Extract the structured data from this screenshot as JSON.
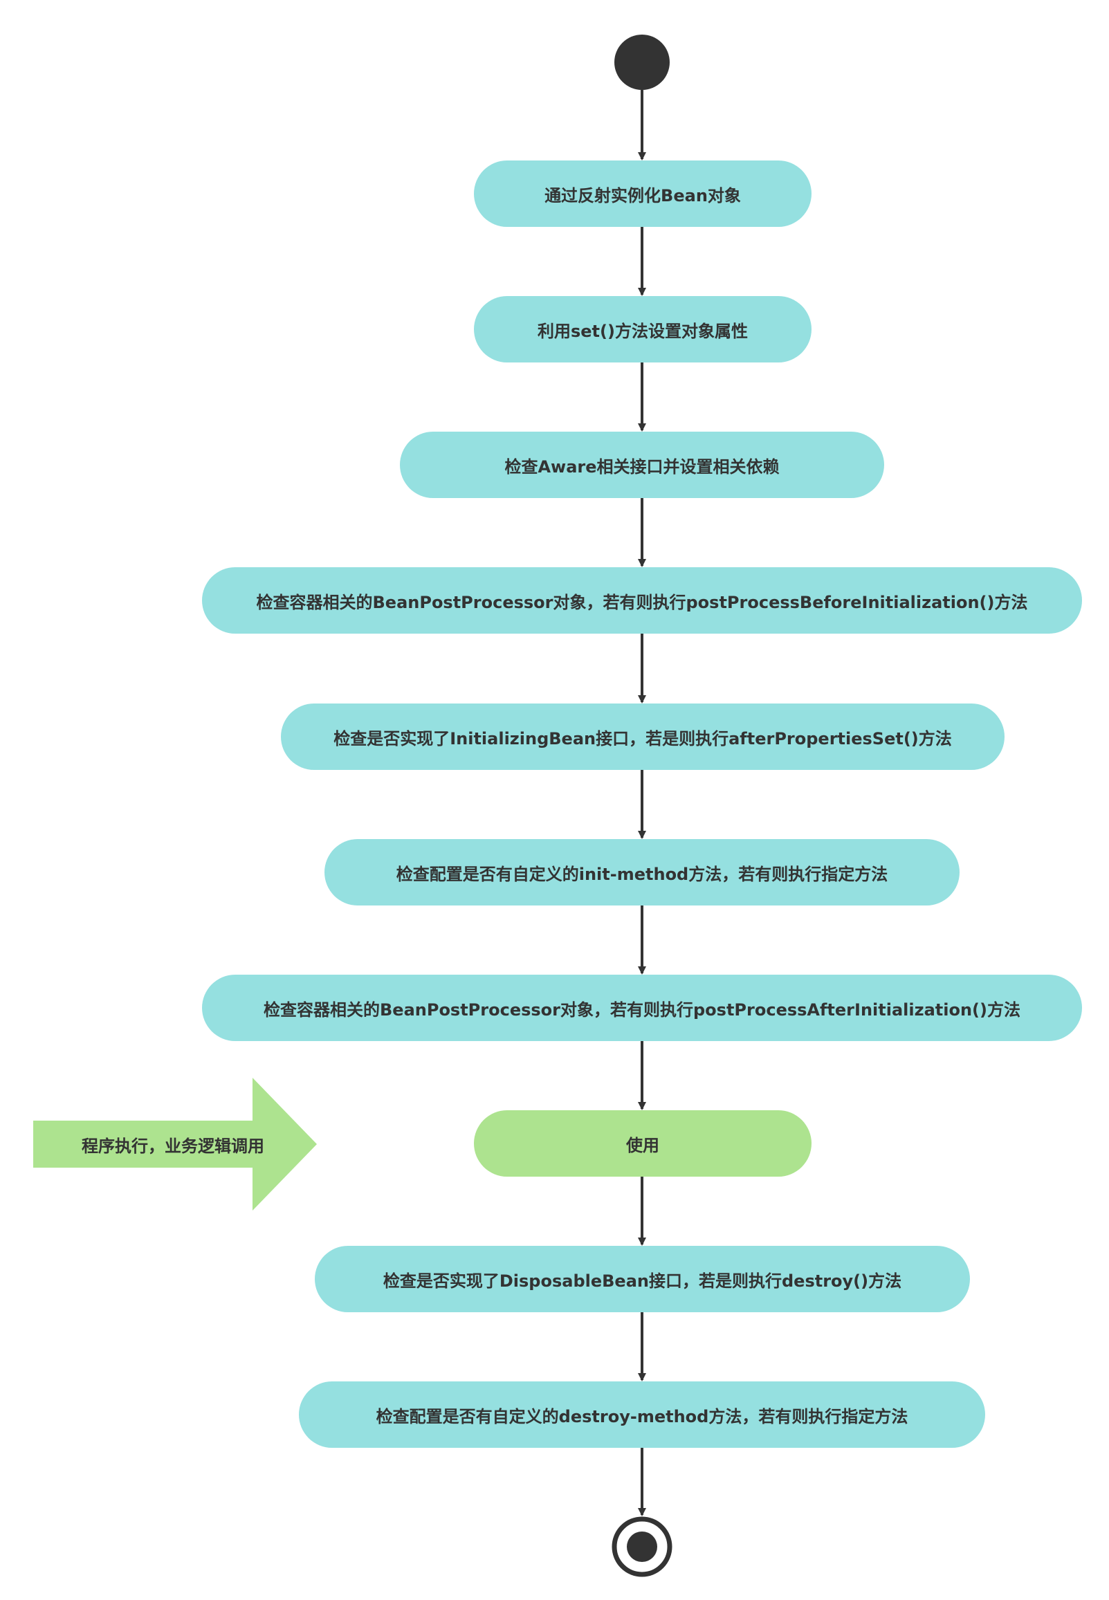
{
  "flow": {
    "steps": [
      "通过反射实例化Bean对象",
      "利用set()方法设置对象属性",
      "检查Aware相关接口并设置相关依赖",
      "检查容器相关的BeanPostProcessor对象，若有则执行postProcessBeforeInitialization()方法",
      "检查是否实现了InitializingBean接口，若是则执行afterPropertiesSet()方法",
      "检查配置是否有自定义的init-method方法，若有则执行指定方法",
      "检查容器相关的BeanPostProcessor对象，若有则执行postProcessAfterInitialization()方法",
      "使用",
      "检查是否实现了DisposableBean接口，若是则执行destroy()方法",
      "检查配置是否有自定义的destroy-method方法，若有则执行指定方法"
    ],
    "side_arrow_label": "程序执行，业务逻辑调用"
  },
  "colors": {
    "node_fill": "#95e0e0",
    "use_fill": "#ade38f",
    "arrow_fill": "#ade38f",
    "line": "#333333",
    "text": "#333333"
  }
}
